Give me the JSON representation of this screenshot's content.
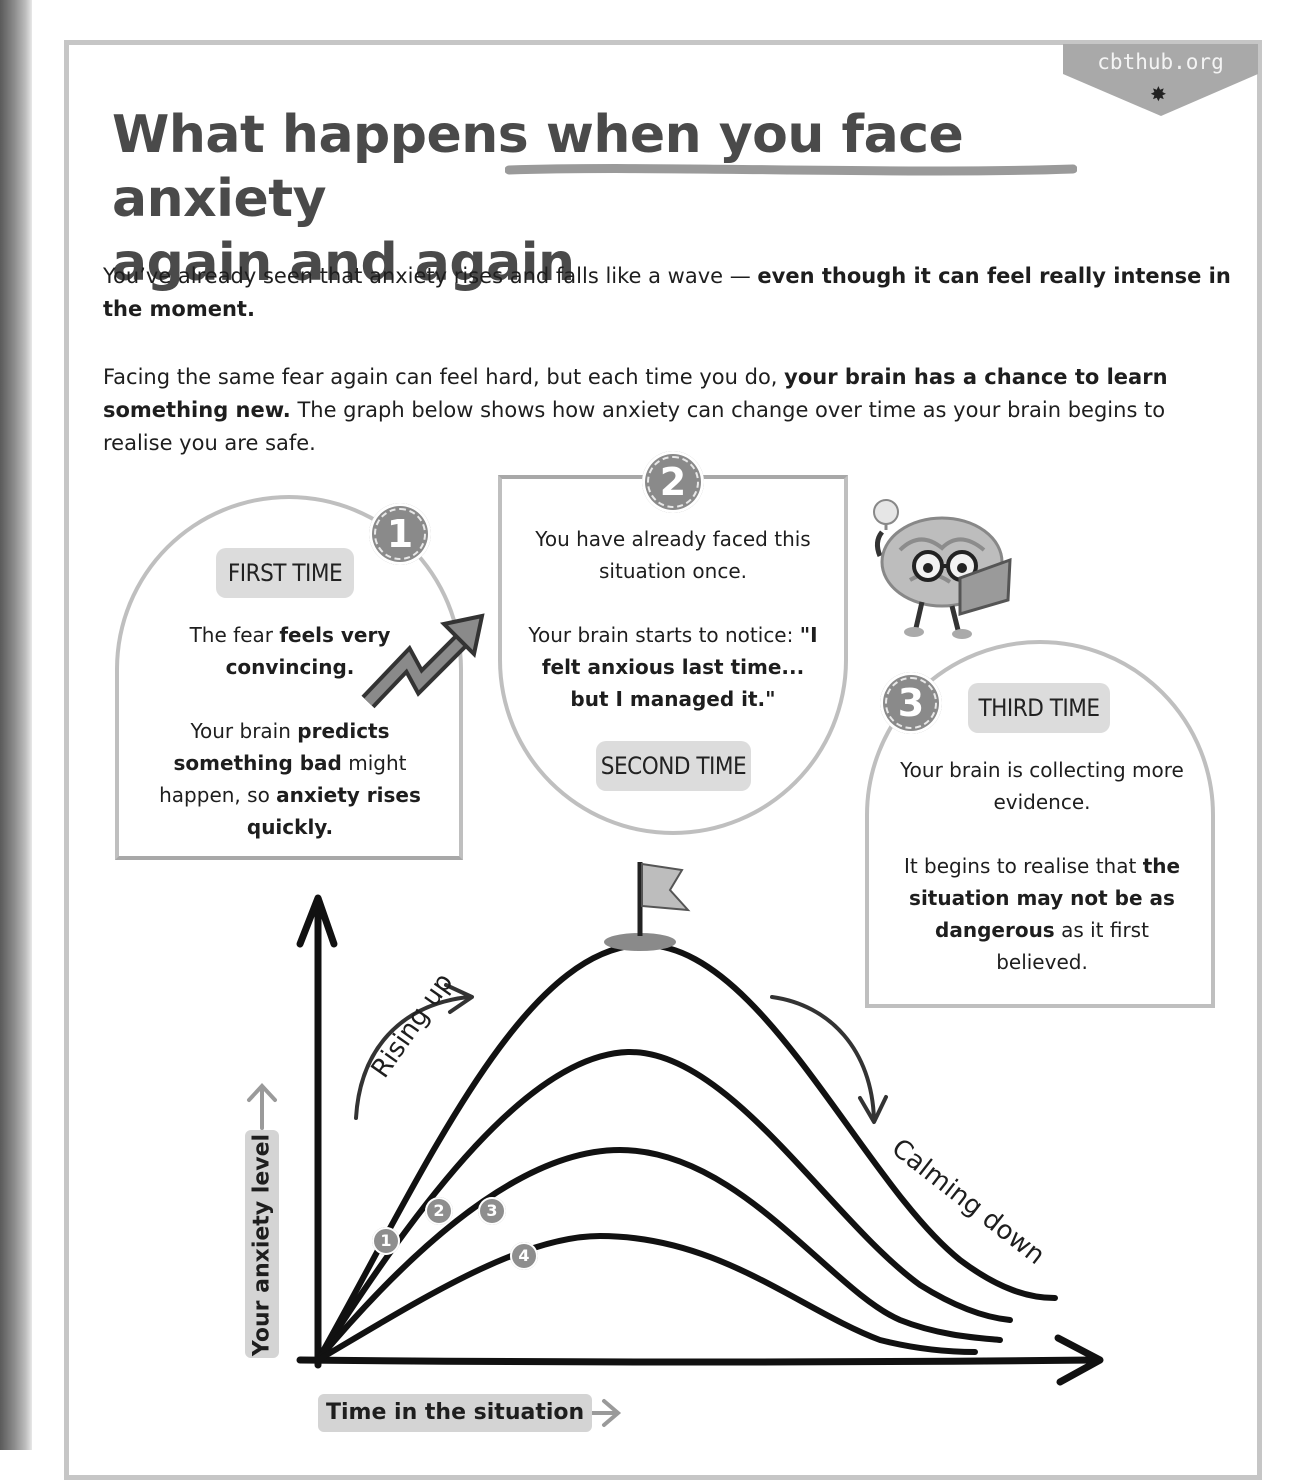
{
  "watermark": "cbthub.org",
  "title": {
    "line1": "What happens when you face anxiety",
    "line2": "again and again"
  },
  "intro": {
    "p1_normal": "You’ve already seen that anxiety rises and falls like a wave — ",
    "p1_bold": "even though it can feel really intense in the moment.",
    "p2_normal_a": "Facing the same fear again can feel hard, but each time you do, ",
    "p2_bold": "your brain has a chance to learn something new.",
    "p2_normal_b": " The graph below shows how anxiety can change over time as your brain begins to realise you are safe."
  },
  "cards": [
    {
      "number": "1",
      "label": "FIRST TIME",
      "text": [
        {
          "t": "The fear ",
          "b": false
        },
        {
          "t": "feels very convincing.",
          "b": true
        },
        {
          "br": true
        },
        {
          "t": "Your brain ",
          "b": false
        },
        {
          "t": "predicts something bad",
          "b": true
        },
        {
          "t": " might happen, so ",
          "b": false
        },
        {
          "t": "anxiety rises quickly.",
          "b": true
        }
      ]
    },
    {
      "number": "2",
      "label": "SECOND TIME",
      "text": [
        {
          "t": "You have already faced this situation once.",
          "b": false
        },
        {
          "br": true
        },
        {
          "t": "Your brain starts to notice: ",
          "b": false
        },
        {
          "t": "\"I felt anxious last time... but I managed it.\"",
          "b": true
        }
      ]
    },
    {
      "number": "3",
      "label": "THIRD TIME",
      "text": [
        {
          "t": "Your brain is collecting more evidence.",
          "b": false
        },
        {
          "br": true
        },
        {
          "t": "It begins to realise that ",
          "b": false
        },
        {
          "t": "the situation may not be as dangerous",
          "b": true
        },
        {
          "t": " as it first believed.",
          "b": false
        }
      ]
    }
  ],
  "graph": {
    "rising_label": "Rising up",
    "calming_label": "Calming down",
    "y_axis_label": "Your anxiety level",
    "x_axis_label": "Time in the situation",
    "curve_markers": [
      "1",
      "2",
      "3",
      "4"
    ]
  },
  "icons": {
    "arrow": "zigzag-up-arrow-icon",
    "character": "brain-reading-book-icon",
    "flag": "flag-icon",
    "star": "star-icon"
  },
  "colors": {
    "ink": "#1e1e1e",
    "grey": "#8a8a8a",
    "pill": "#dcdcdc",
    "frame": "#c6c6c6"
  }
}
